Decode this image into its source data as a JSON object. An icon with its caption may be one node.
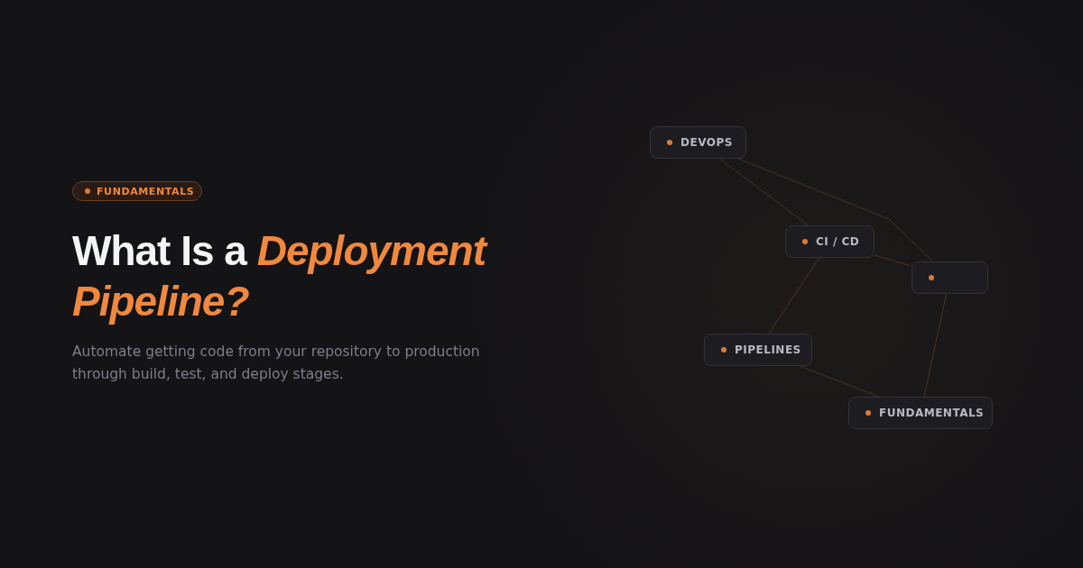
{
  "diagram": {
    "title": "What Is a *Deployment Pipeline?*",
    "nodes": [
      {
        "text": [
          "FUNDAMENTALS"
        ]
      },
      {
        "text": [
          "DEVOPS"
        ]
      },
      {
        "text": [
          "CI / CD"
        ]
      },
      {
        "text": [],
        "shape": "box"
      },
      {
        "text": [
          "PIPELINES"
        ]
      },
      {
        "text": [
          "FUNDAMENTALS"
        ]
      }
    ],
    "edges": [
      {
        "from": 1,
        "to": 2,
        "arrow": "none"
      },
      {
        "from": 1,
        "to": 3,
        "arrow": "none"
      },
      {
        "from": 2,
        "to": 3,
        "arrow": "none"
      },
      {
        "from": 2,
        "to": 4,
        "arrow": "none"
      },
      {
        "from": 4,
        "to": 5,
        "arrow": "none"
      },
      {
        "from": 3,
        "to": 5,
        "arrow": "none"
      }
    ],
    "labels": [
      "Automate getting code from your repository to production through build, test, and deploy stages."
    ]
  }
}
